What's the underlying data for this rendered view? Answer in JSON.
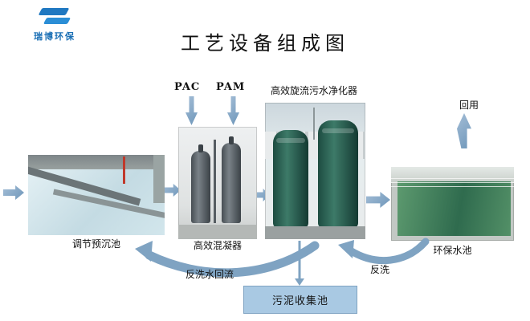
{
  "page": {
    "title": "工艺设备组成图"
  },
  "logo": {
    "company": "瑞博环保"
  },
  "chemicals": {
    "pac": "PAC",
    "pam": "PAM"
  },
  "equipment": {
    "purifier_label": "高效旋流污水净化器",
    "pretreat_pool": "调节预沉池",
    "coagulator": "高效混凝器",
    "eco_pool": "环保水池",
    "sludge_pool": "污泥收集池"
  },
  "flows": {
    "reuse": "回用",
    "backwash_return": "反洗水回流",
    "backwash": "反洗"
  },
  "colors": {
    "arrow_blue": "#7fa3c2",
    "sludge_fill": "#a9c9e3",
    "logo_blue": "#1a6fb5",
    "tank_green": "#2e6657",
    "tank_gray": "#565d62"
  }
}
